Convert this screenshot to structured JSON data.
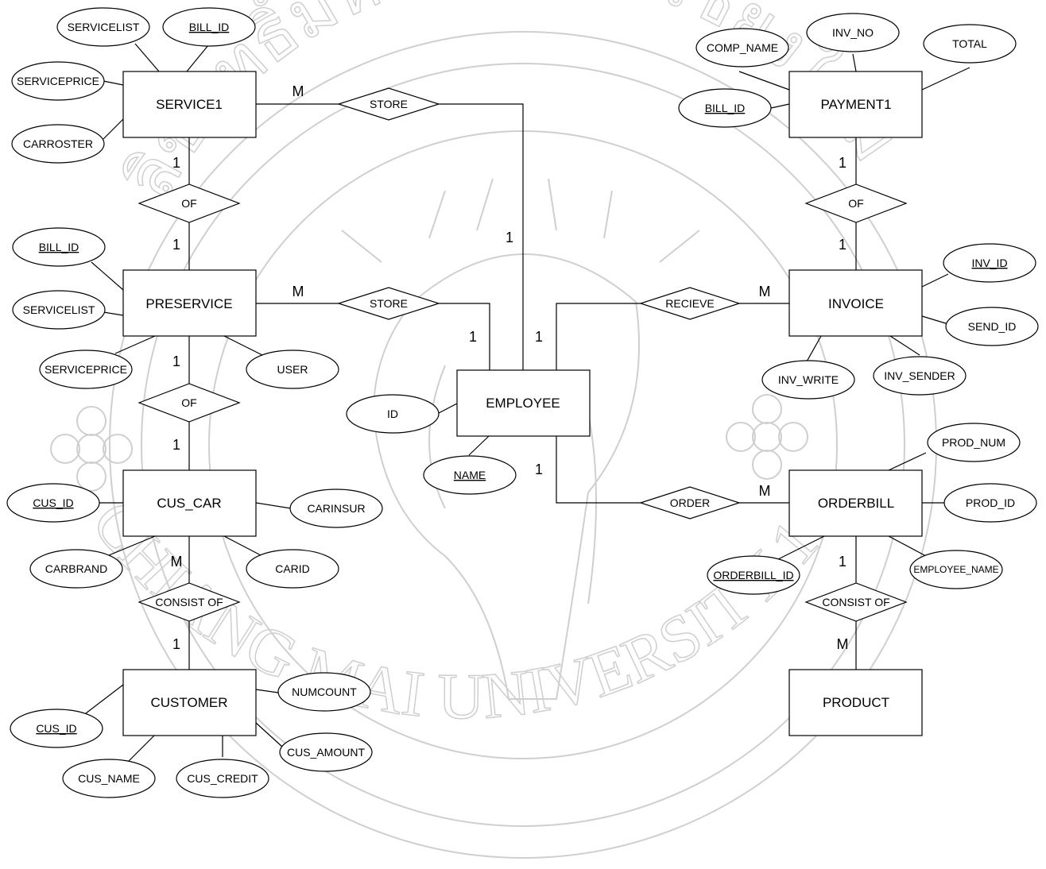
{
  "entities": {
    "service1": "SERVICE1",
    "preservice": "PRESERVICE",
    "cus_car": "CUS_CAR",
    "customer": "CUSTOMER",
    "employee": "EMPLOYEE",
    "payment1": "PAYMENT1",
    "invoice": "INVOICE",
    "orderbill": "ORDERBILL",
    "product": "PRODUCT"
  },
  "relationships": {
    "store_service": "STORE",
    "store_preservice": "STORE",
    "of_service": "OF",
    "of_preservice": "OF",
    "consist_car": "CONSIST OF",
    "of_payment": "OF",
    "recieve": "RECIEVE",
    "order": "ORDER",
    "consist_product": "CONSIST OF"
  },
  "attributes": {
    "servicelist_s": "SERVICELIST",
    "bill_id_s": "BILL_ID",
    "serviceprice_s": "SERVICEPRICE",
    "carroster": "CARROSTER",
    "bill_id_p": "BILL_ID",
    "servicelist_p": "SERVICELIST",
    "serviceprice_p": "SERVICEPRICE",
    "user": "USER",
    "cus_id_car": "CUS_ID",
    "carinsur": "CARINSUR",
    "carbrand": "CARBRAND",
    "carid": "CARID",
    "cus_id": "CUS_ID",
    "numcount": "NUMCOUNT",
    "cus_amount": "CUS_AMOUNT",
    "cus_name": "CUS_NAME",
    "cus_credit": "CUS_CREDIT",
    "emp_id": "ID",
    "emp_name": "NAME",
    "comp_name": "COMP_NAME",
    "inv_no": "INV_NO",
    "total": "TOTAL",
    "bill_id_pay": "BILL_ID",
    "inv_id": "INV_ID",
    "send_id": "SEND_ID",
    "inv_write": "INV_WRITE",
    "inv_sender": "INV_SENDER",
    "prod_num": "PROD_NUM",
    "prod_id": "PROD_ID",
    "orderbill_id": "ORDERBILL_ID",
    "employee_name": "EMPLOYEE_NAME"
  },
  "cardinalities": {
    "service_store": "M",
    "service_of": "1",
    "preservice_of_top": "1",
    "preservice_store": "M",
    "preservice_of_bottom": "1",
    "car_of": "1",
    "car_consist": "M",
    "customer_consist": "1",
    "emp_store_service": "1",
    "emp_store_preservice": "1",
    "emp_recieve": "1",
    "emp_order": "1",
    "payment_of": "1",
    "invoice_of": "1",
    "invoice_recieve": "M",
    "orderbill_order": "M",
    "orderbill_consist": "1",
    "product_consist": "M"
  },
  "watermark": {
    "thai_text": "ลิขสิทธิ์มหาวิทยาลัยเชียงใหม่",
    "latin_text": "CHIANG MAI UNIVERSITY 1964"
  },
  "colors": {
    "line": "#000000",
    "fill": "#ffffff",
    "watermark": "#cfcfcf"
  }
}
